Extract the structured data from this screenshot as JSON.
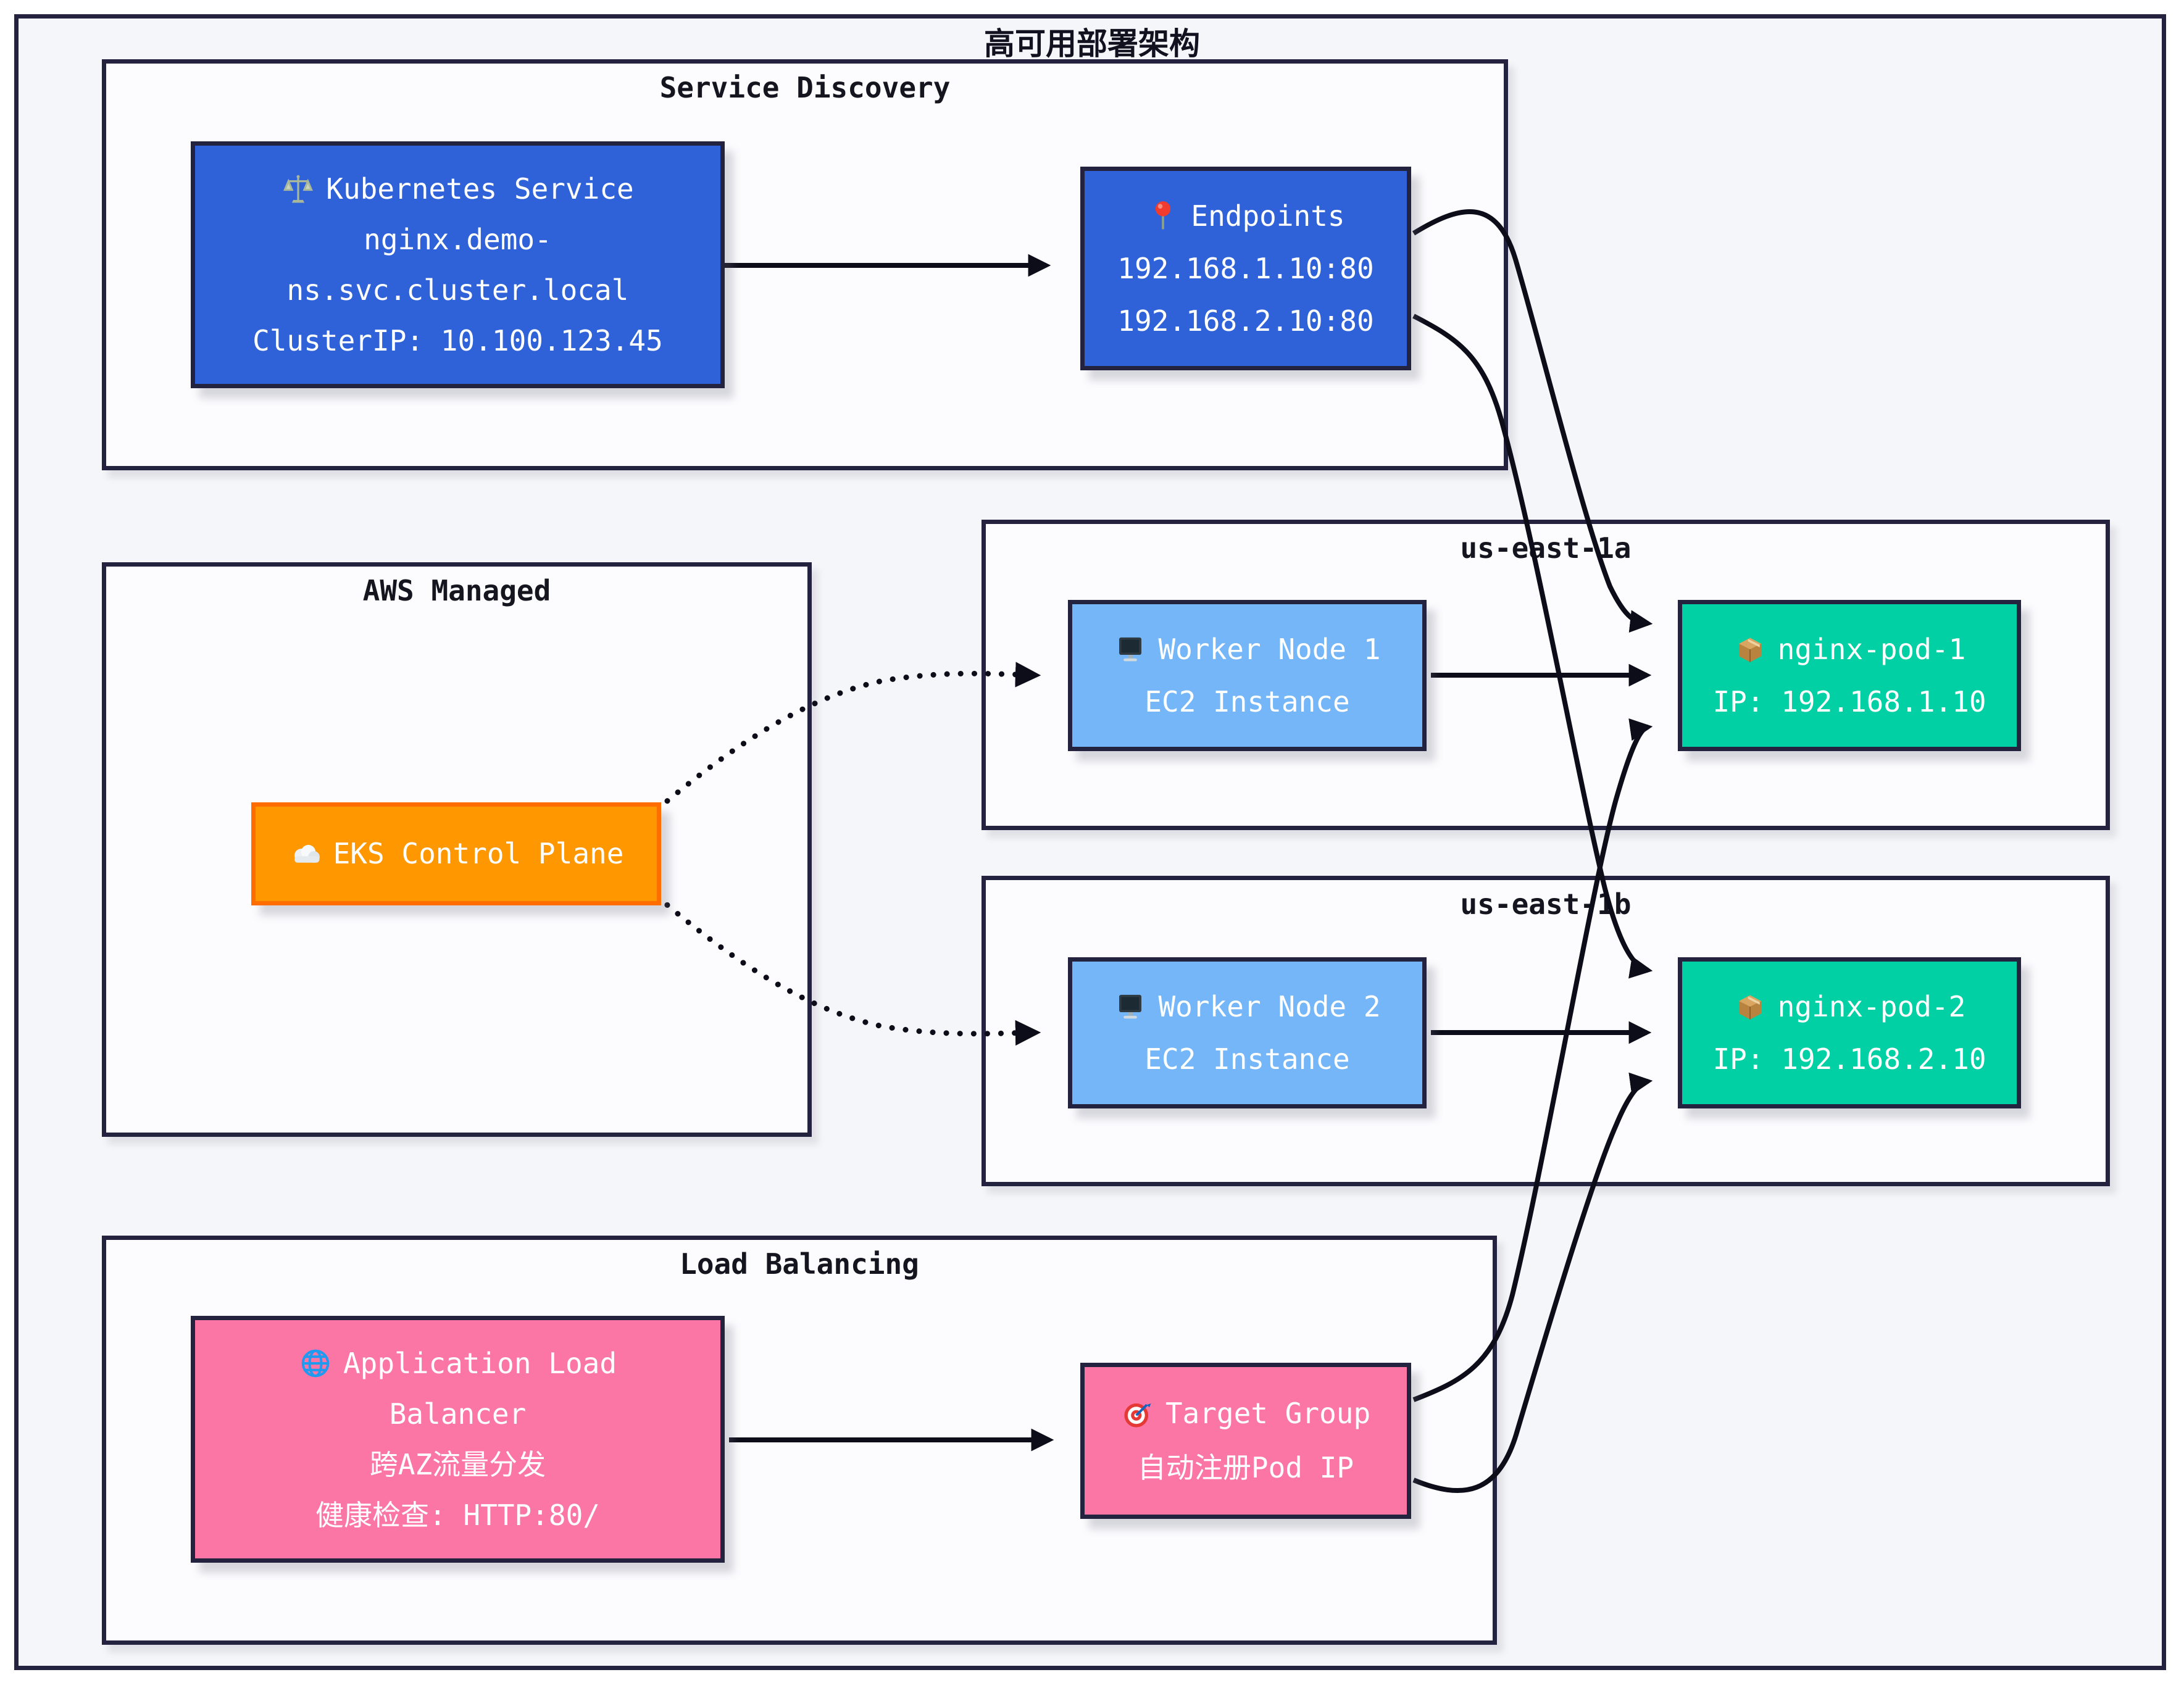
{
  "title": "高可用部署架构",
  "groups": {
    "service_discovery": {
      "label": "Service Discovery"
    },
    "aws_managed": {
      "label": "AWS Managed"
    },
    "us_east_1a": {
      "label": "us-east-1a"
    },
    "us_east_1b": {
      "label": "us-east-1b"
    },
    "load_balancing": {
      "label": "Load Balancing"
    }
  },
  "nodes": {
    "k8s_service": {
      "icon": "scales-icon",
      "lines": [
        "Kubernetes Service",
        "nginx.demo-",
        "ns.svc.cluster.local",
        "ClusterIP: 10.100.123.45"
      ]
    },
    "endpoints": {
      "icon": "pin-icon",
      "lines": [
        "Endpoints",
        "192.168.1.10:80",
        "192.168.2.10:80"
      ]
    },
    "eks_control_plane": {
      "icon": "cloud-icon",
      "lines": [
        "EKS Control Plane"
      ]
    },
    "worker_node_1": {
      "icon": "monitor-icon",
      "lines": [
        "Worker Node 1",
        "EC2 Instance"
      ]
    },
    "nginx_pod_1": {
      "icon": "package-icon",
      "lines": [
        "nginx-pod-1",
        "IP: 192.168.1.10"
      ]
    },
    "worker_node_2": {
      "icon": "monitor-icon",
      "lines": [
        "Worker Node 2",
        "EC2 Instance"
      ]
    },
    "nginx_pod_2": {
      "icon": "package-icon",
      "lines": [
        "nginx-pod-2",
        "IP: 192.168.2.10"
      ]
    },
    "alb": {
      "icon": "globe-icon",
      "lines": [
        "Application Load",
        "Balancer",
        "跨AZ流量分发",
        "健康检查: HTTP:80/"
      ]
    },
    "target_group": {
      "icon": "target-icon",
      "lines": [
        "Target Group",
        "自动注册Pod IP"
      ]
    }
  },
  "edges": [
    {
      "from": "Kubernetes Service",
      "to": "Endpoints",
      "style": "solid"
    },
    {
      "from": "EKS Control Plane",
      "to": "Worker Node 1",
      "style": "dotted"
    },
    {
      "from": "EKS Control Plane",
      "to": "Worker Node 2",
      "style": "dotted"
    },
    {
      "from": "Worker Node 1",
      "to": "nginx-pod-1",
      "style": "solid"
    },
    {
      "from": "Worker Node 2",
      "to": "nginx-pod-2",
      "style": "solid"
    },
    {
      "from": "Endpoints",
      "to": "nginx-pod-1",
      "style": "solid"
    },
    {
      "from": "Endpoints",
      "to": "nginx-pod-2",
      "style": "solid"
    },
    {
      "from": "Application Load Balancer",
      "to": "Target Group",
      "style": "solid"
    },
    {
      "from": "Target Group",
      "to": "nginx-pod-1",
      "style": "solid"
    },
    {
      "from": "Target Group",
      "to": "nginx-pod-2",
      "style": "solid"
    }
  ],
  "colors": {
    "node_blue": "#2F62D8",
    "node_light_blue": "#74B6F7",
    "node_green": "#00D0A3",
    "node_orange_fill": "#FF9800",
    "node_orange_border": "#FF6D00",
    "node_pink": "#FB76A5",
    "box_border": "#23233F",
    "edge_black": "#0D0D1A"
  }
}
